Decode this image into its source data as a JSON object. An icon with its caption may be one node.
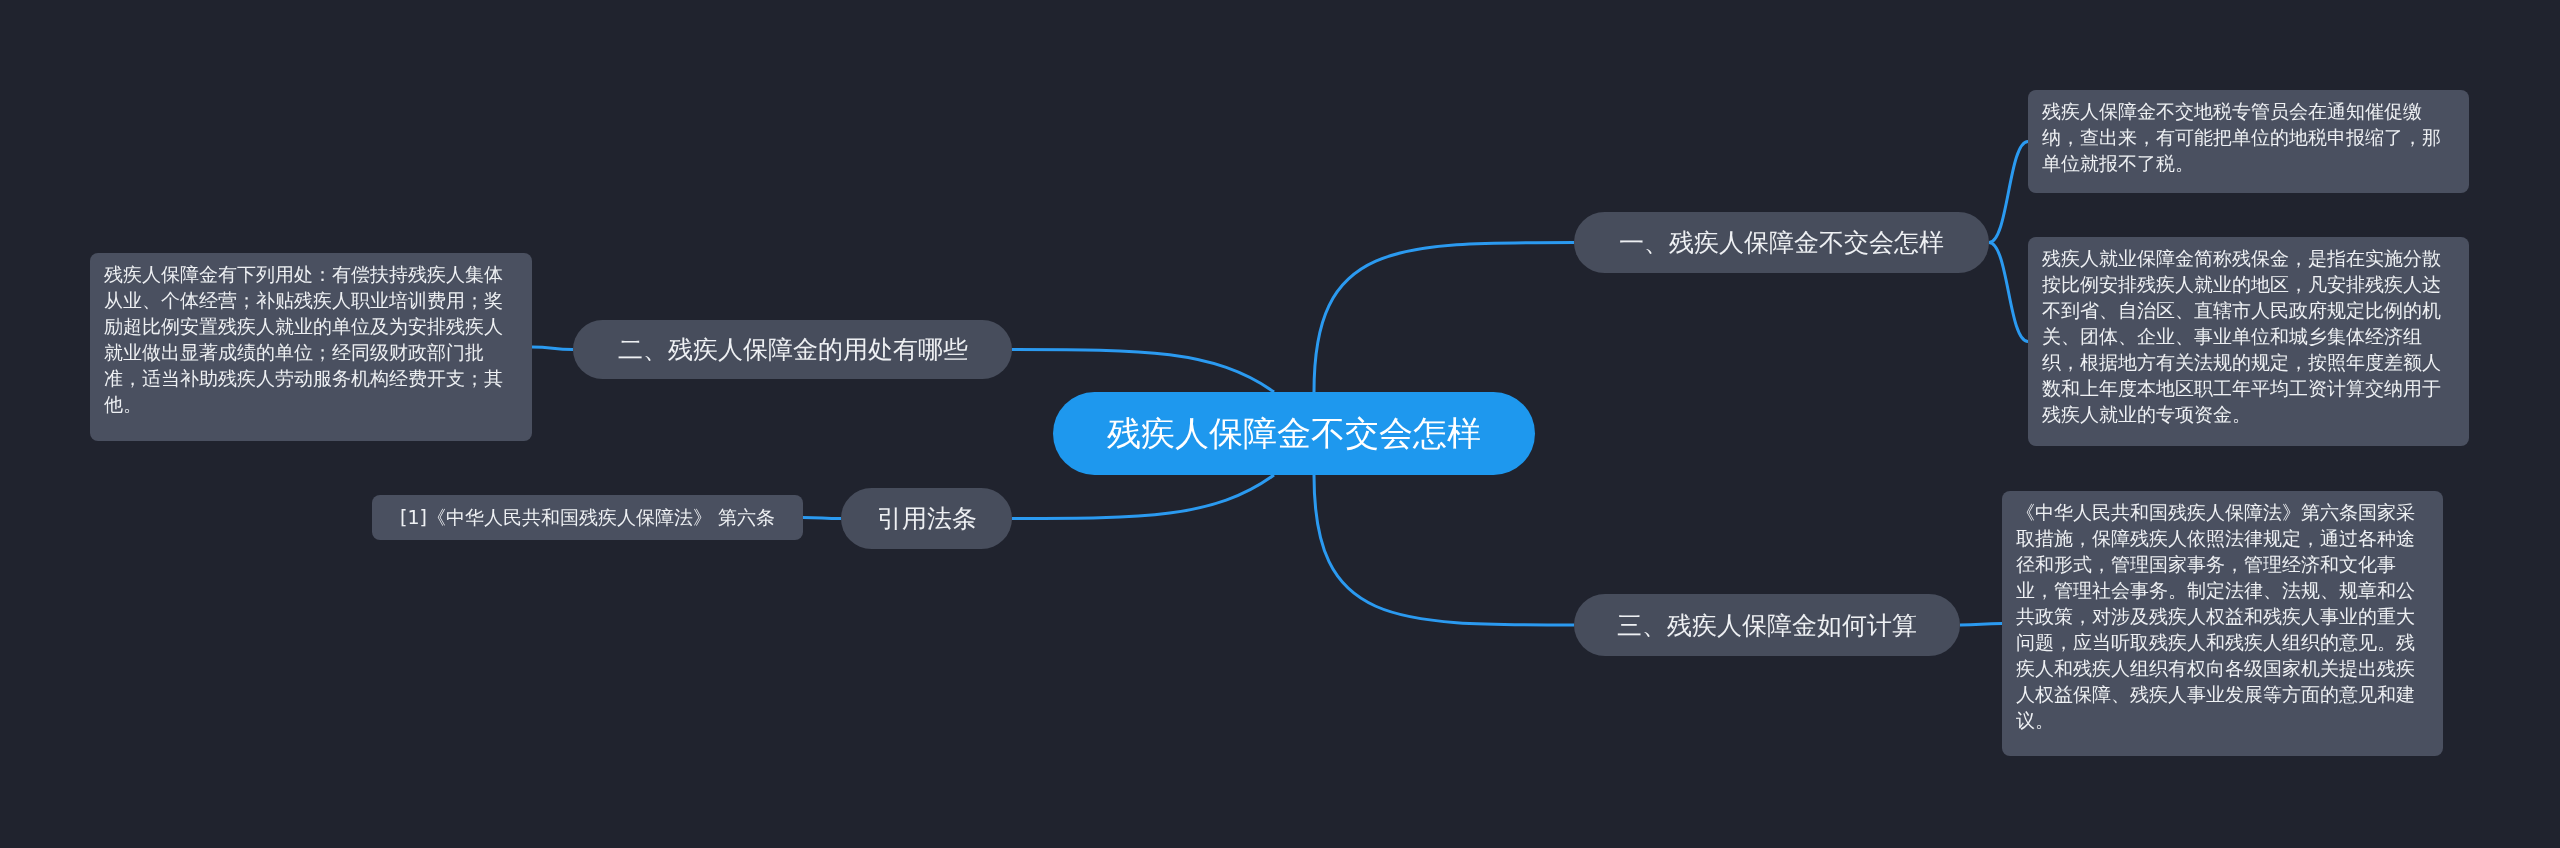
{
  "diagram": {
    "nodes": [
      {
        "text": [
          "残疾人保障金不交会怎样"
        ]
      },
      {
        "text": [
          "一、残疾人保障金不交会怎样"
        ]
      },
      {
        "text": [
          "残疾人保障金不交地税专管员会在通知催促缴纳，查出来，有可能把单位的地税申报缩了，那单位就报不了税。"
        ]
      },
      {
        "text": [
          "残疾人就业保障金简称残保金，是指在实施分散按比例安排残疾人就业的地区，凡安排残疾人达不到省、自治区、直辖市人民政府规定比例的机关、团体、企业、事业单位和城乡集体经济组织，根据地方有关法规的规定，按照年度差额人数和上年度本地区职工年平均工资计算交纳用于残疾人就业的专项资金。"
        ]
      },
      {
        "text": [
          "二、残疾人保障金的用处有哪些"
        ]
      },
      {
        "text": [
          "残疾人保障金有下列用处：有偿扶持残疾人集体从业、个体经营；补贴残疾人职业培训费用；奖励超比例安置残疾人就业的单位及为安排残疾人就业做出显著成绩的单位；经同级财政部门批准，适当补助残疾人劳动服务机构经费开支；其他。"
        ]
      },
      {
        "text": [
          "引用法条"
        ]
      },
      {
        "text": [
          "[1]《中华人民共和国残疾人保障法》 第六条"
        ]
      },
      {
        "text": [
          "三、残疾人保障金如何计算"
        ]
      },
      {
        "text": [
          "《中华人民共和国残疾人保障法》第六条国家采取措施，保障残疾人依照法律规定，通过各种途径和形式，管理国家事务，管理经济和文化事业，管理社会事务。制定法律、法规、规章和公共政策，对涉及残疾人权益和残疾人事业的重大问题，应当听取残疾人和残疾人组织的意见。残疾人和残疾人组织有权向各级国家机关提出残疾人权益保障、残疾人事业发展等方面的意见和建议。"
        ]
      }
    ],
    "edges": [
      {
        "from": 0,
        "to": 1,
        "arrow": "none"
      },
      {
        "from": 1,
        "to": 2,
        "arrow": "none"
      },
      {
        "from": 1,
        "to": 3,
        "arrow": "none"
      },
      {
        "from": 0,
        "to": 4,
        "arrow": "none"
      },
      {
        "from": 4,
        "to": 5,
        "arrow": "none"
      },
      {
        "from": 0,
        "to": 6,
        "arrow": "none"
      },
      {
        "from": 6,
        "to": 7,
        "arrow": "none"
      },
      {
        "from": 0,
        "to": 8,
        "arrow": "none"
      },
      {
        "from": 8,
        "to": 9,
        "arrow": "none"
      }
    ]
  }
}
